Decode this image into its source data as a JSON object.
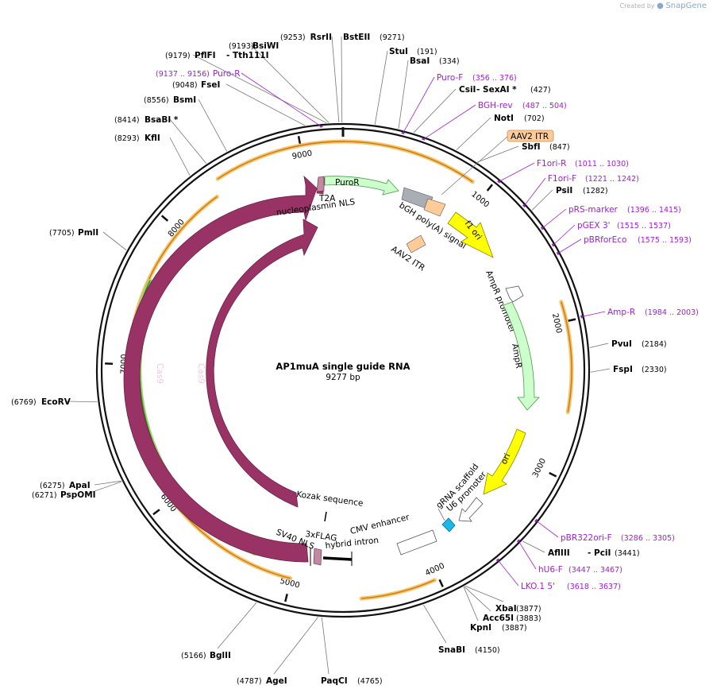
{
  "credit": {
    "prefix": "Created by",
    "brand": "SnapGene"
  },
  "plasmid": {
    "name": "AP1muA single guide RNA",
    "size_label": "9277 bp",
    "length": 9277
  },
  "ticks": [
    {
      "bp": 1000,
      "label": "1000"
    },
    {
      "bp": 2000,
      "label": "2000"
    },
    {
      "bp": 3000,
      "label": "3000"
    },
    {
      "bp": 4000,
      "label": "4000"
    },
    {
      "bp": 5000,
      "label": "5000"
    },
    {
      "bp": 6000,
      "label": "6000"
    },
    {
      "bp": 7000,
      "label": "7000"
    },
    {
      "bp": 8000,
      "label": "8000"
    },
    {
      "bp": 9000,
      "label": "9000"
    }
  ],
  "sites": [
    {
      "name": "RsrII",
      "pos": "(9253)",
      "star": "",
      "bp": 9253
    },
    {
      "name": "BstEII",
      "pos": "(9271)",
      "star": "",
      "bp": 9271
    },
    {
      "name": "StuI",
      "pos": "(191)",
      "star": "",
      "bp": 191
    },
    {
      "name": "BsaI",
      "pos": "(334)",
      "star": "",
      "bp": 334
    },
    {
      "name": "CsiI",
      "pos": "(427)",
      "star": "",
      "bp": 427
    },
    {
      "name": "SexAI",
      "pos": "",
      "star": "*",
      "bp": 427
    },
    {
      "name": "NotI",
      "pos": "(702)",
      "star": "",
      "bp": 702
    },
    {
      "name": "SbfI",
      "pos": "(847)",
      "star": "",
      "bp": 847
    },
    {
      "name": "PsiI",
      "pos": "(1282)",
      "star": "",
      "bp": 1282
    },
    {
      "name": "PvuI",
      "pos": "(2184)",
      "star": "",
      "bp": 2184
    },
    {
      "name": "FspI",
      "pos": "(2330)",
      "star": "",
      "bp": 2330
    },
    {
      "name": "AflIII",
      "pos": "",
      "star": "",
      "bp": 3441
    },
    {
      "name": "PciI",
      "pos": "(3441)",
      "star": "",
      "bp": 3441
    },
    {
      "name": "XbaI",
      "pos": "(3877)",
      "star": "",
      "bp": 3877
    },
    {
      "name": "Acc65I",
      "pos": "(3883)",
      "star": "",
      "bp": 3883
    },
    {
      "name": "KpnI",
      "pos": "(3887)",
      "star": "",
      "bp": 3887
    },
    {
      "name": "SnaBI",
      "pos": "(4150)",
      "star": "",
      "bp": 4150
    },
    {
      "name": "PaqCI",
      "pos": "(4765)",
      "star": "",
      "bp": 4765
    },
    {
      "name": "AgeI",
      "pos": "(4787)",
      "star": "",
      "bp": 4787
    },
    {
      "name": "BglII",
      "pos": "(5166)",
      "star": "",
      "bp": 5166
    },
    {
      "name": "PspOMI",
      "pos": "(6271)",
      "star": "",
      "bp": 6271
    },
    {
      "name": "ApaI",
      "pos": "(6275)",
      "star": "",
      "bp": 6275
    },
    {
      "name": "EcoRV",
      "pos": "(6769)",
      "star": "",
      "bp": 6769
    },
    {
      "name": "PmlI",
      "pos": "(7705)",
      "star": "",
      "bp": 7705
    },
    {
      "name": "KflI",
      "pos": "(8293)",
      "star": "",
      "bp": 8293
    },
    {
      "name": "BsaBI",
      "pos": "(8414)",
      "star": "*",
      "bp": 8414
    },
    {
      "name": "BsmI",
      "pos": "(8556)",
      "star": "",
      "bp": 8556
    },
    {
      "name": "FseI",
      "pos": "(9048)",
      "star": "",
      "bp": 9048
    },
    {
      "name": "PflFI",
      "pos": "(9179)",
      "star": "",
      "bp": 9179
    },
    {
      "name": "Tth111I",
      "pos": "",
      "star": "",
      "bp": 9179
    },
    {
      "name": "BsiWI",
      "pos": "(9193)",
      "star": "",
      "bp": 9193
    }
  ],
  "primers": [
    {
      "name": "Puro-R",
      "range": "(9137 .. 9156)",
      "bp": 9146
    },
    {
      "name": "Puro-F",
      "range": "(356 .. 376)",
      "bp": 366
    },
    {
      "name": "BGH-rev",
      "range": "(487 .. 504)",
      "bp": 495
    },
    {
      "name": "F1ori-R",
      "range": "(1011 .. 1030)",
      "bp": 1020
    },
    {
      "name": "F1ori-F",
      "range": "(1221 .. 1242)",
      "bp": 1231
    },
    {
      "name": "pRS-marker",
      "range": "(1396 .. 1415)",
      "bp": 1405
    },
    {
      "name": "pGEX 3'",
      "range": "(1515 .. 1537)",
      "bp": 1526
    },
    {
      "name": "pBRforEco",
      "range": "(1575 .. 1593)",
      "bp": 1584
    },
    {
      "name": "Amp-R",
      "range": "(1984 .. 2003)",
      "bp": 1993
    },
    {
      "name": "pBR322ori-F",
      "range": "(3286 .. 3305)",
      "bp": 3295
    },
    {
      "name": "hU6-F",
      "range": "(3447 .. 3467)",
      "bp": 3457
    },
    {
      "name": "LKO.1 5'",
      "range": "(3618 .. 3637)",
      "bp": 3627
    }
  ],
  "features": [
    {
      "name": "PuroR",
      "color": "#ccffcc"
    },
    {
      "name": "T2A",
      "color": "#c08aa0"
    },
    {
      "name": "nucleoplasmin NLS",
      "color": "#993366"
    },
    {
      "name": "bGH poly(A) signal",
      "color": "#a9aeb4"
    },
    {
      "name": "AAV2 ITR",
      "color": "#ffcc99"
    },
    {
      "name": "AAV2 ITR",
      "color": "#ffcc99"
    },
    {
      "name": "f1 ori",
      "color": "#ffff00"
    },
    {
      "name": "AmpR promoter",
      "color": "#ffffff"
    },
    {
      "name": "AmpR",
      "color": "#ccffcc"
    },
    {
      "name": "ori",
      "color": "#ffff00"
    },
    {
      "name": "gRNA scaffold",
      "color": "#ffffff"
    },
    {
      "name": "U6 promoter",
      "color": "#ffffff"
    },
    {
      "name": "CMV enhancer",
      "color": "#ffffff"
    },
    {
      "name": "hybrid intron",
      "color": "#000000"
    },
    {
      "name": "3xFLAG",
      "color": "#000000"
    },
    {
      "name": "SV40 NLS",
      "color": "#c08aa0"
    },
    {
      "name": "Kozak sequence",
      "color": "#000000"
    },
    {
      "name": "Cas9",
      "color": "#993366"
    },
    {
      "name": "Cas9",
      "color": "#993366"
    }
  ],
  "colors": {
    "backbone": "#111111",
    "orf_outline": "#f5c66a",
    "orf_arrow": "#c9781a",
    "cas9_orf_outline": "#9ed67a",
    "cas9_orf_arrow": "#3a8a1a",
    "primer": "#a020d0"
  }
}
